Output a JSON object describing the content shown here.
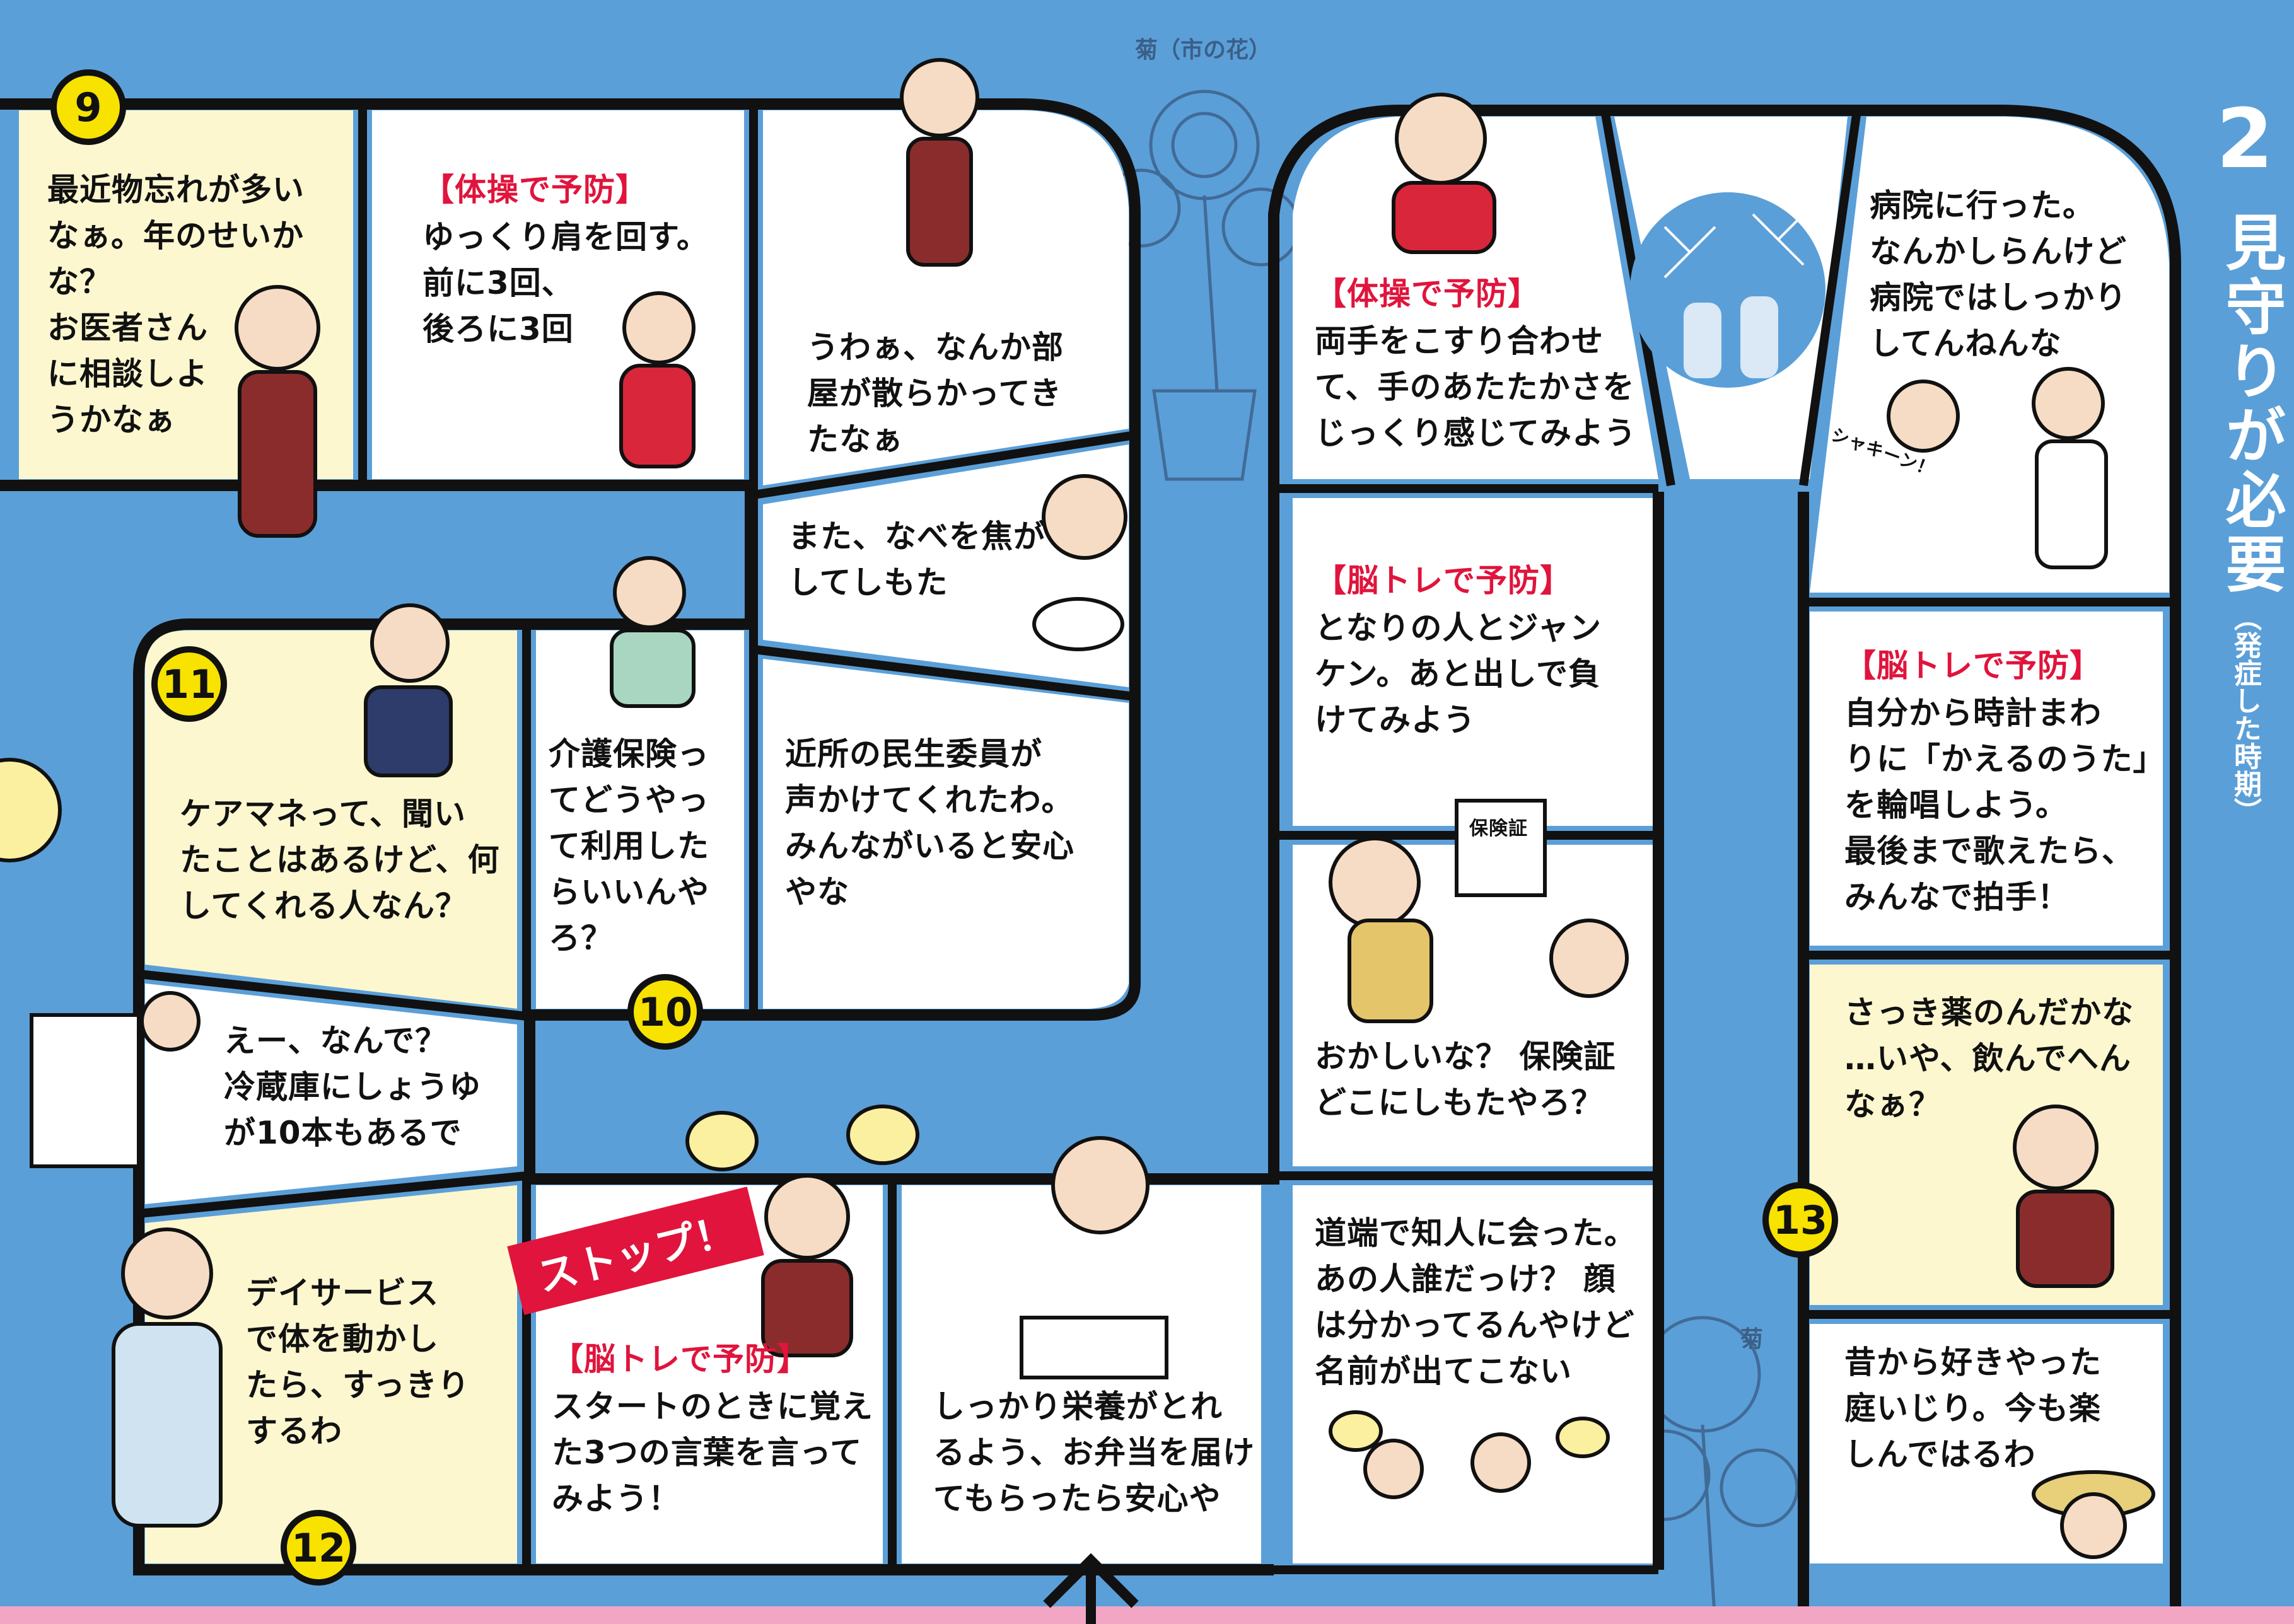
{
  "header": {
    "flower_caption": "菊（市の花）",
    "flower_label": "菊"
  },
  "side": {
    "number": "2",
    "title": "見守りが必要",
    "subtitle": "（発症した時期）"
  },
  "markers": {
    "m9": "9",
    "m10": "10",
    "m11": "11",
    "m12": "12",
    "m13": "13"
  },
  "stop_badge": "ストップ！",
  "cells": {
    "c1": {
      "text": "最近物忘れが多い\nなぁ。年のせいか\nな？\nお医者さん\nに相談しよ\nうかなぁ"
    },
    "c2": {
      "label": "【体操で予防】",
      "text": "ゆっくり肩を回す。\n前に3回、\n後ろに3回"
    },
    "c3": {
      "text": "うわぁ、なんか部\n屋が散らかってき\nたなぁ"
    },
    "c4": {
      "text": "また、なべを焦が\nしてしもた"
    },
    "c5": {
      "text": "近所の民生委員が\n声かけてくれたわ。\nみんながいると安心\nやな"
    },
    "c6": {
      "text": "介護保険っ\nてどうやっ\nて利用した\nらいいんや\nろ？"
    },
    "c7": {
      "text": "ケアマネって、聞い\nたことはあるけど、何\nしてくれる人なん？"
    },
    "c8": {
      "text": "えー、なんで？\n冷蔵庫にしょうゆ\nが10本もあるで"
    },
    "c9": {
      "text": "デイサービス\nで体を動かし\nたら、すっきり\nするわ"
    },
    "c10": {
      "label": "【脳トレで予防】",
      "text": "スタートのときに覚え\nた3つの言葉を言って\nみよう！"
    },
    "c11": {
      "text": "しっかり栄養がとれ\nるよう、お弁当を届け\nてもらったら安心や"
    },
    "c12": {
      "label": "【体操で予防】",
      "text": "両手をこすり合わせ\nて、手のあたたかさを\nじっくり感じてみよう"
    },
    "c13": {
      "label": "【脳トレで予防】",
      "text": "となりの人とジャン\nケン。あと出しで負\nけてみよう"
    },
    "c14": {
      "text": "おかしいな？ 保険証\nどこにしもたやろ？",
      "card": "保険証"
    },
    "c15": {
      "text": "道端で知人に会った。\nあの人誰だっけ？ 顔\nは分かってるんやけど\n名前が出てこない"
    },
    "c16": {
      "text": "病院に行った。\nなんかしらんけど\n病院ではしっかり\nしてんねんな",
      "sfx": "シャキーン！"
    },
    "c17": {
      "label": "【脳トレで予防】",
      "text": "自分から時計まわ\nりに「かえるのうた」\nを輪唱しよう。\n最後まで歌えたら、\nみんなで拍手！"
    },
    "c18": {
      "text": "さっき薬のんだかな\n…いや、飲んでへん\nなぁ？"
    },
    "c19": {
      "text": "昔から好きやった\n庭いじり。今も楽\nしんではるわ"
    }
  },
  "colors": {
    "background": "#5b9fd8",
    "cream": "#fdf7cf",
    "accent_red": "#e0143c",
    "marker_yellow": "#f7e200"
  }
}
